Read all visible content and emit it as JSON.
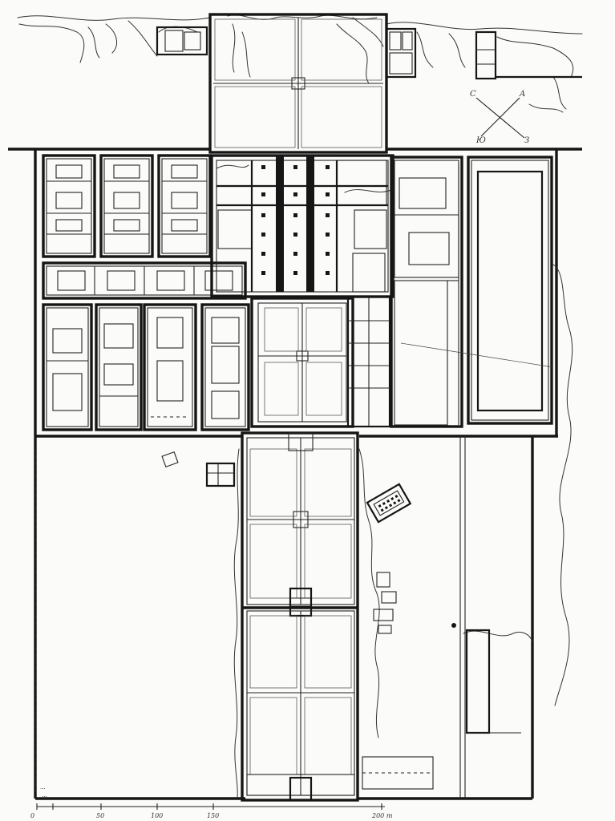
{
  "scale_bar": {
    "ticks": [
      "0",
      "50",
      "100",
      "150",
      "200 m"
    ]
  },
  "annotations": {
    "credit_line": "...",
    "signature": "..."
  }
}
